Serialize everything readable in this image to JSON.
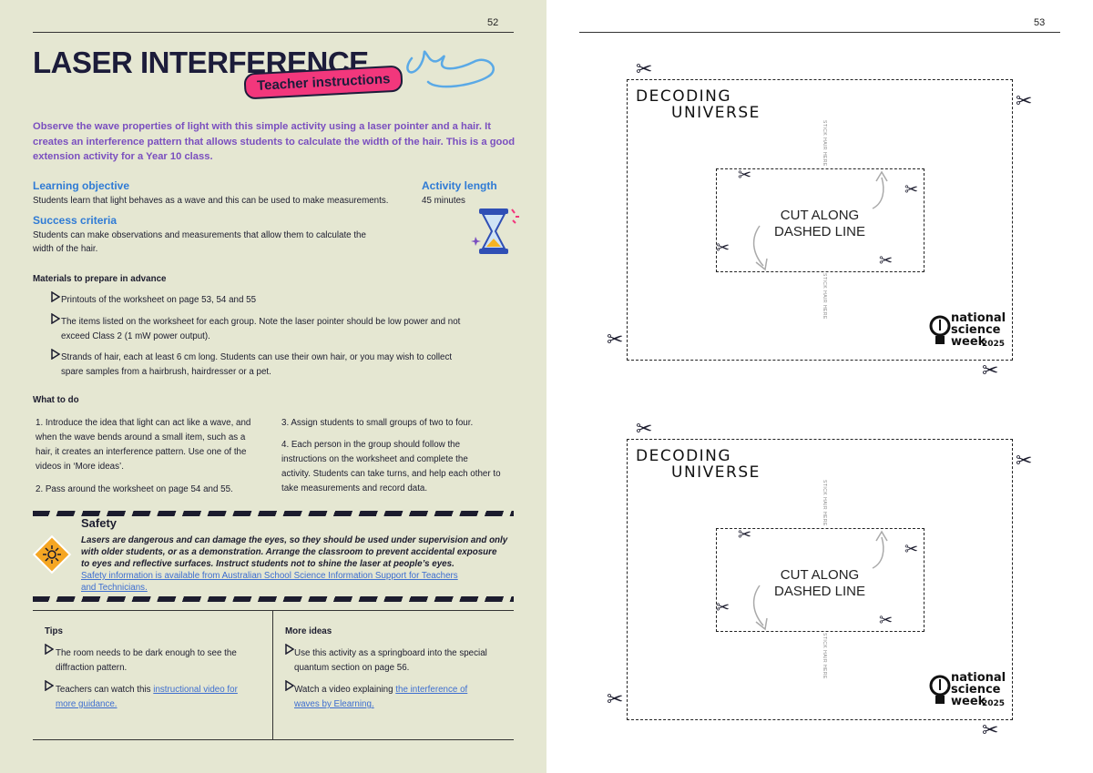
{
  "left_page": {
    "page_number": "52",
    "title": "LASER INTERFERENCE",
    "subtitle_pill": "Teacher instructions",
    "intro": "Observe the wave properties of light with this simple activity using a laser pointer and a hair. It creates an interference pattern that allows students to calculate the width of the hair. This is a good extension activity for a Year 10 class.",
    "learning_objective": {
      "heading": "Learning objective",
      "text": "Students learn that light behaves as a wave and this can be used to make measurements."
    },
    "activity_length": {
      "heading": "Activity length",
      "text": "45 minutes"
    },
    "success_criteria": {
      "heading": "Success criteria",
      "text_line1": "Students can make observations and measurements that allow them to calculate the",
      "text_line2": "width of the hair."
    },
    "materials": {
      "heading": "Materials to prepare in advance",
      "items": [
        {
          "line1": "Printouts of the worksheet on page 53, 54 and 55",
          "line2": ""
        },
        {
          "line1": "The items listed on the worksheet for each group. Note the laser pointer should be low power and not",
          "line2": "exceed Class 2 (1 mW power output)."
        },
        {
          "line1": "Strands of hair, each at least 6 cm long. Students can use their own hair, or you may wish to collect",
          "line2": "spare samples from a hairbrush, hairdresser or a pet."
        }
      ]
    },
    "what_to_do": {
      "heading": "What to do",
      "step1": [
        "1.  Introduce the idea that light can act like a wave, and",
        "when the wave bends around a small item, such as a",
        "hair, it creates an interference pattern. Use one of the",
        "videos in ‘More ideas’."
      ],
      "step2": "2.  Pass around the worksheet on page 54 and 55.",
      "step3": "3.  Assign students to small groups of two to four.",
      "step4": [
        "4.  Each person in the group should follow the",
        "instructions on the worksheet and complete the",
        "activity. Students can take turns, and help each other to",
        "take measurements and record data."
      ]
    },
    "safety": {
      "heading": "Safety",
      "lines": [
        "Lasers are dangerous and can damage the eyes, so they should be used under supervision and only",
        "with older students, or as a demonstration. Arrange the classroom to prevent accidental exposure",
        "to eyes and reflective surfaces. Instruct students not to shine the laser at people’s eyes."
      ],
      "link_line1": "Safety information is available from Australian School Science Information Support for Teachers",
      "link_line2": "and Technicians."
    },
    "tips": {
      "heading": "Tips",
      "item1": [
        "The room needs to be dark enough to see the",
        "diffraction pattern."
      ],
      "item2_prefix": "Teachers can watch this ",
      "item2_link1": "instructional video for",
      "item2_link2": "more guidance."
    },
    "more_ideas": {
      "heading": "More ideas",
      "item1": [
        "Use this activity as a springboard into the special",
        "quantum section on page 56."
      ],
      "item2_prefix": "Watch a video explaining ",
      "item2_link1": "the interference of",
      "item2_link2": "waves by Elearning."
    }
  },
  "right_page": {
    "page_number": "53",
    "cards": [
      {
        "brand_line1": "DECODING",
        "brand_line2": "UNIVERSE",
        "cut_line1": "CUT ALONG",
        "cut_line2": "DASHED LINE",
        "stick_label": "STICK HAIR HERE",
        "nsw_line1": "national",
        "nsw_line2": "science",
        "nsw_line3": "week",
        "nsw_year": "2025"
      },
      {
        "brand_line1": "DECODING",
        "brand_line2": "UNIVERSE",
        "cut_line1": "CUT ALONG",
        "cut_line2": "DASHED LINE",
        "stick_label": "STICK HAIR HERE",
        "nsw_line1": "national",
        "nsw_line2": "science",
        "nsw_line3": "week",
        "nsw_year": "2025"
      }
    ]
  },
  "colors": {
    "left_bg": "#e5e7d2",
    "accent_pink": "#f2377c",
    "intro_purple": "#7a4fbf",
    "heading_blue": "#2f7bd5",
    "warning_orange": "#f5a623"
  }
}
